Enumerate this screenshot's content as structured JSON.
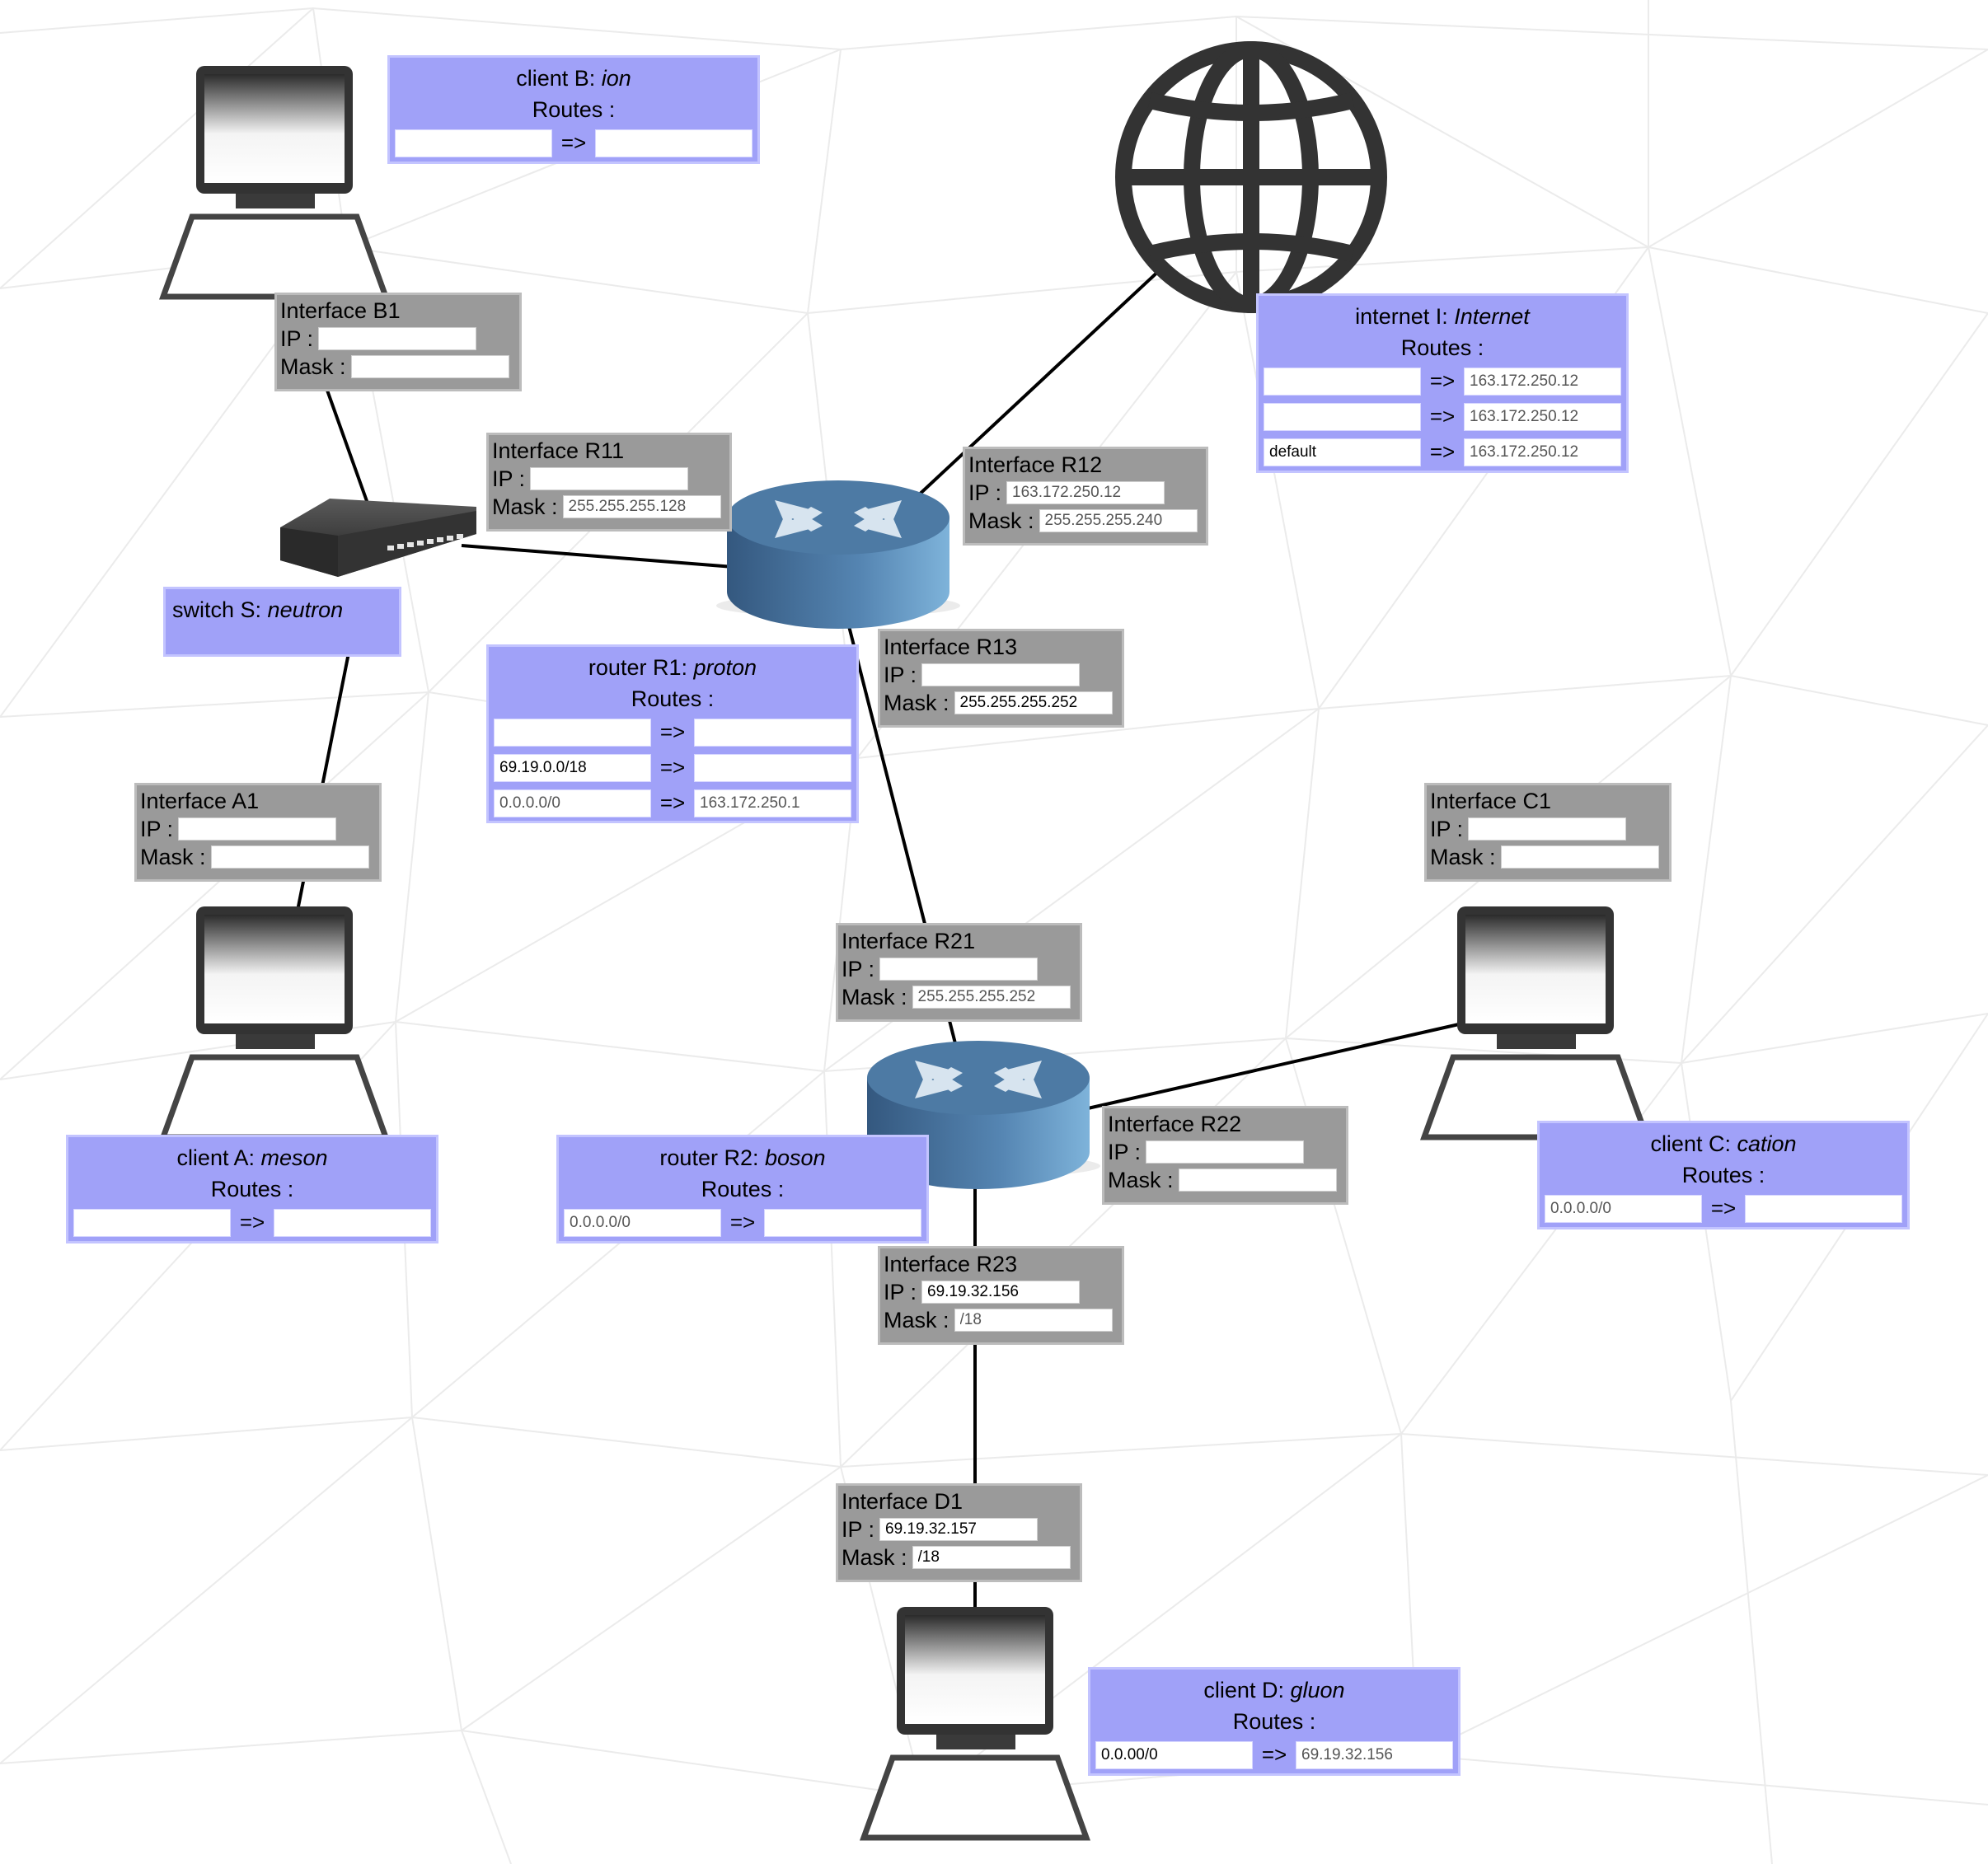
{
  "devices": {
    "client_b": {
      "type": "client B:",
      "name": "ion",
      "routes_label": "Routes :",
      "routes": [
        {
          "dest": "",
          "arrow": "=>",
          "gw": ""
        }
      ]
    },
    "internet_i": {
      "type": "internet I:",
      "name": "Internet",
      "routes_label": "Routes :",
      "routes": [
        {
          "dest": "",
          "arrow": "=>",
          "gw": "163.172.250.12"
        },
        {
          "dest": "",
          "arrow": "=>",
          "gw": "163.172.250.12"
        },
        {
          "dest": "default",
          "arrow": "=>",
          "gw": "163.172.250.12"
        }
      ]
    },
    "switch_s": {
      "type": "switch S:",
      "name": "neutron"
    },
    "router_r1": {
      "type": "router R1:",
      "name": "proton",
      "routes_label": "Routes :",
      "routes": [
        {
          "dest": "",
          "arrow": "=>",
          "gw": ""
        },
        {
          "dest": "69.19.0.0/18",
          "arrow": "=>",
          "gw": ""
        },
        {
          "dest": "0.0.0.0/0",
          "arrow": "=>",
          "gw": "163.172.250.1"
        }
      ]
    },
    "client_a": {
      "type": "client A:",
      "name": "meson",
      "routes_label": "Routes :",
      "routes": [
        {
          "dest": "",
          "arrow": "=>",
          "gw": ""
        }
      ]
    },
    "router_r2": {
      "type": "router R2:",
      "name": "boson",
      "routes_label": "Routes :",
      "routes": [
        {
          "dest": "0.0.0.0/0",
          "arrow": "=>",
          "gw": ""
        }
      ]
    },
    "client_c": {
      "type": "client C:",
      "name": "cation",
      "routes_label": "Routes :",
      "routes": [
        {
          "dest": "0.0.0.0/0",
          "arrow": "=>",
          "gw": ""
        }
      ]
    },
    "client_d": {
      "type": "client D:",
      "name": "gluon",
      "routes_label": "Routes :",
      "routes": [
        {
          "dest": "0.0.00/0",
          "arrow": "=>",
          "gw": "69.19.32.156"
        }
      ]
    }
  },
  "interfaces": {
    "b1": {
      "title": "Interface B1",
      "ip_label": "IP :",
      "mask_label": "Mask :",
      "ip": "",
      "mask": ""
    },
    "r11": {
      "title": "Interface R11",
      "ip_label": "IP :",
      "mask_label": "Mask :",
      "ip": "",
      "mask": "255.255.255.128"
    },
    "r12": {
      "title": "Interface R12",
      "ip_label": "IP :",
      "mask_label": "Mask :",
      "ip": "163.172.250.12",
      "mask": "255.255.255.240"
    },
    "r13": {
      "title": "Interface R13",
      "ip_label": "IP :",
      "mask_label": "Mask :",
      "ip": "",
      "mask": "255.255.255.252"
    },
    "a1": {
      "title": "Interface A1",
      "ip_label": "IP :",
      "mask_label": "Mask :",
      "ip": "",
      "mask": ""
    },
    "c1": {
      "title": "Interface C1",
      "ip_label": "IP :",
      "mask_label": "Mask :",
      "ip": "",
      "mask": ""
    },
    "r21": {
      "title": "Interface R21",
      "ip_label": "IP :",
      "mask_label": "Mask :",
      "ip": "",
      "mask": "255.255.255.252"
    },
    "r22": {
      "title": "Interface R22",
      "ip_label": "IP :",
      "mask_label": "Mask :",
      "ip": "",
      "mask": ""
    },
    "r23": {
      "title": "Interface R23",
      "ip_label": "IP :",
      "mask_label": "Mask :",
      "ip": "69.19.32.156",
      "mask": "/18"
    },
    "d1": {
      "title": "Interface D1",
      "ip_label": "IP :",
      "mask_label": "Mask :",
      "ip": "69.19.32.157",
      "mask": "/18"
    }
  },
  "colors": {
    "device_panel": "#a0a1f8",
    "interface_panel": "#9a9a9a",
    "router_blue": "#4f7fa8",
    "link": "#000000"
  }
}
